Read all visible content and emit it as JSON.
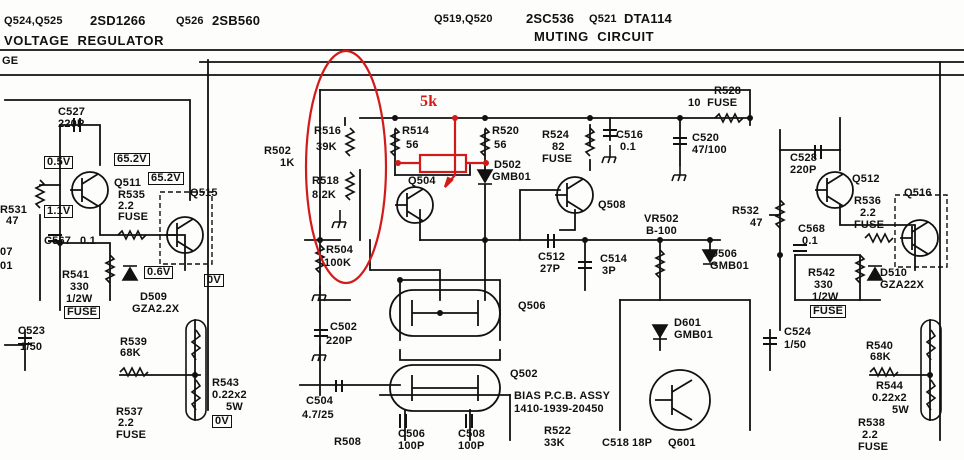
{
  "header": {
    "left_parts": "Q524,Q525",
    "left_part1": "2SD1266",
    "left_sep": "Q526",
    "left_part2": "2SB560",
    "left_title": "VOLTAGE  REGULATOR",
    "left_cut": "GE",
    "right_parts": "Q519,Q520",
    "right_part1": "2SC536",
    "right_sep": "Q521",
    "right_part2": "DTA114",
    "right_title": "MUTING  CIRCUIT"
  },
  "annotation": {
    "value": "5k",
    "color": "#d21a1a"
  },
  "labels": {
    "c527": "C527",
    "c527v": "220P",
    "v05": "0.5V",
    "v652a": "65.2V",
    "v652b": "65.2V",
    "v11": "1.1V",
    "q511": "Q511",
    "q515": "Q515",
    "r531": "R531",
    "r531v": "47",
    "r535": "R535",
    "r535v": "2.2",
    "fuse1": "FUSE",
    "c567": "C567",
    "c567v": "0.1",
    "r541": "R541",
    "r541v": "330",
    "r541w": "1/2W",
    "fuse2": "FUSE",
    "v06": "0.6V",
    "ov1": "0V",
    "ov2": "0V",
    "d509": "D509",
    "d509t": "GZA2.2X",
    "c523": "C523",
    "c523v": "1/50",
    "r539": "R539",
    "r539v": "68K",
    "r543": "R543",
    "r543v": "0.22x2",
    "r543w": "5W",
    "r537": "R537",
    "r537v": "2.2",
    "fuse3": "FUSE",
    "cut07": "07",
    "cut01": "01",
    "r502": "R502",
    "r502v": "1K",
    "r516": "R516",
    "r516v": "39K",
    "r518": "R518",
    "r518v": "8.2K",
    "r504": "R504",
    "r504v": "100K",
    "c502": "C502",
    "c502v": "220P",
    "c504": "C504",
    "c504v": "4.7/25",
    "r508": "R508",
    "c506": "C506",
    "c506v": "100P",
    "c508": "C508",
    "c508v": "100P",
    "r514": "R514",
    "r514v": "56",
    "r520": "R520",
    "r520v": "56",
    "d502": "D502",
    "d502t": "GMB01",
    "q504": "Q504",
    "q506": "Q506",
    "q502": "Q502",
    "r524": "R524",
    "r524v": "82",
    "fuse4": "FUSE",
    "c516": "C516",
    "c516v": "0.1",
    "c520": "C520",
    "c520v": "47/100",
    "r528": "R528",
    "r528v": "10  FUSE",
    "q508": "Q508",
    "vr502": "VR502",
    "vr502v": "B-100",
    "c512": "C512",
    "c512v": "27P",
    "c514": "C514",
    "c514v": "3P",
    "d506": "D506",
    "d506t": "GMB01",
    "d601": "D601",
    "d601t": "GMB01",
    "bias1": "BIAS P.C.B. ASSY",
    "bias2": "1410-1939-20450",
    "r522": "R522",
    "r522v": "33K",
    "c518": "C518",
    "c518v": "18P",
    "q601": "Q601",
    "c528": "C528",
    "c528v": "220P",
    "q512": "Q512",
    "q516": "Q516",
    "r532": "R532",
    "r532v": "47",
    "r536": "R536",
    "r536v": "2.2",
    "fuse5": "FUSE",
    "c568": "C568",
    "c568v": "0.1",
    "r542": "R542",
    "r542v": "330",
    "r542w": "1/2W",
    "fuse6": "FUSE",
    "d510": "D510",
    "d510t": "GZA22X",
    "c524": "C524",
    "c524v": "1/50",
    "r540": "R540",
    "r540v": "68K",
    "r544": "R544",
    "r544v": "0.22x2",
    "r544w": "5W",
    "r538": "R538",
    "r538v": "2.2",
    "fuse7": "FUSE"
  }
}
